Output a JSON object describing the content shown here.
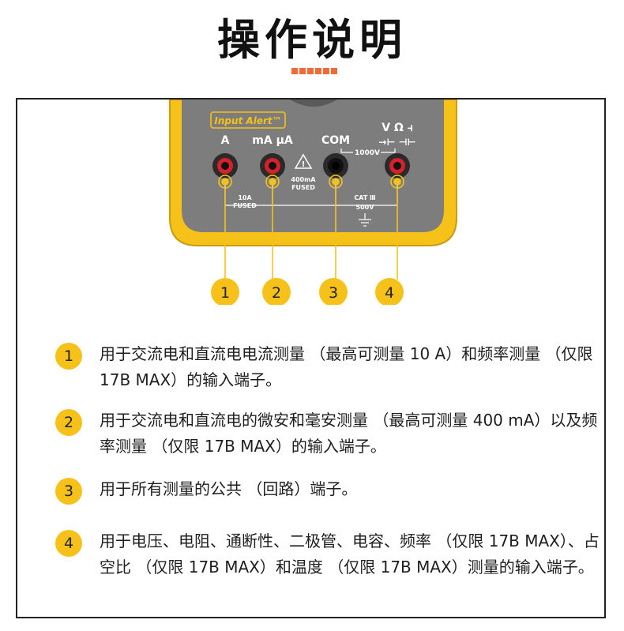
{
  "title": "操作说明",
  "meter": {
    "badge": "Input Alert™",
    "port_labels": [
      "A",
      "mA µA",
      "COM",
      "V Ω ⫞"
    ],
    "diode_cap": "→⊢ ⊣⊢",
    "warning": "400mA\nFUSED",
    "v1000": "1000V",
    "fused_10a": "10A\nFUSED",
    "cat": "CAT Ⅲ\n500V",
    "callouts": [
      "1",
      "2",
      "3",
      "4"
    ]
  },
  "items": [
    {
      "num": "1",
      "text": "用于交流电和直流电电流测量 （最高可测量 10 A）和频率测量 （仅限 17B MAX）的输入端子。"
    },
    {
      "num": "2",
      "text": "用于交流电和直流电的微安和毫安测量 （最高可测量 400 mA）以及频率测量 （仅限 17B MAX）的输入端子。"
    },
    {
      "num": "3",
      "text": "用于所有测量的公共 （回路）端子。"
    },
    {
      "num": "4",
      "text": "用于电压、电阻、通断性、二极管、电容、频率 （仅限 17B MAX）、占空比 （仅限 17B MAX）和温度 （仅限 17B MAX）测量的输入端子。"
    }
  ],
  "colors": {
    "yellow": "#f6c21a",
    "accent": "#f06a3a",
    "panel": "#7f7f7f"
  }
}
